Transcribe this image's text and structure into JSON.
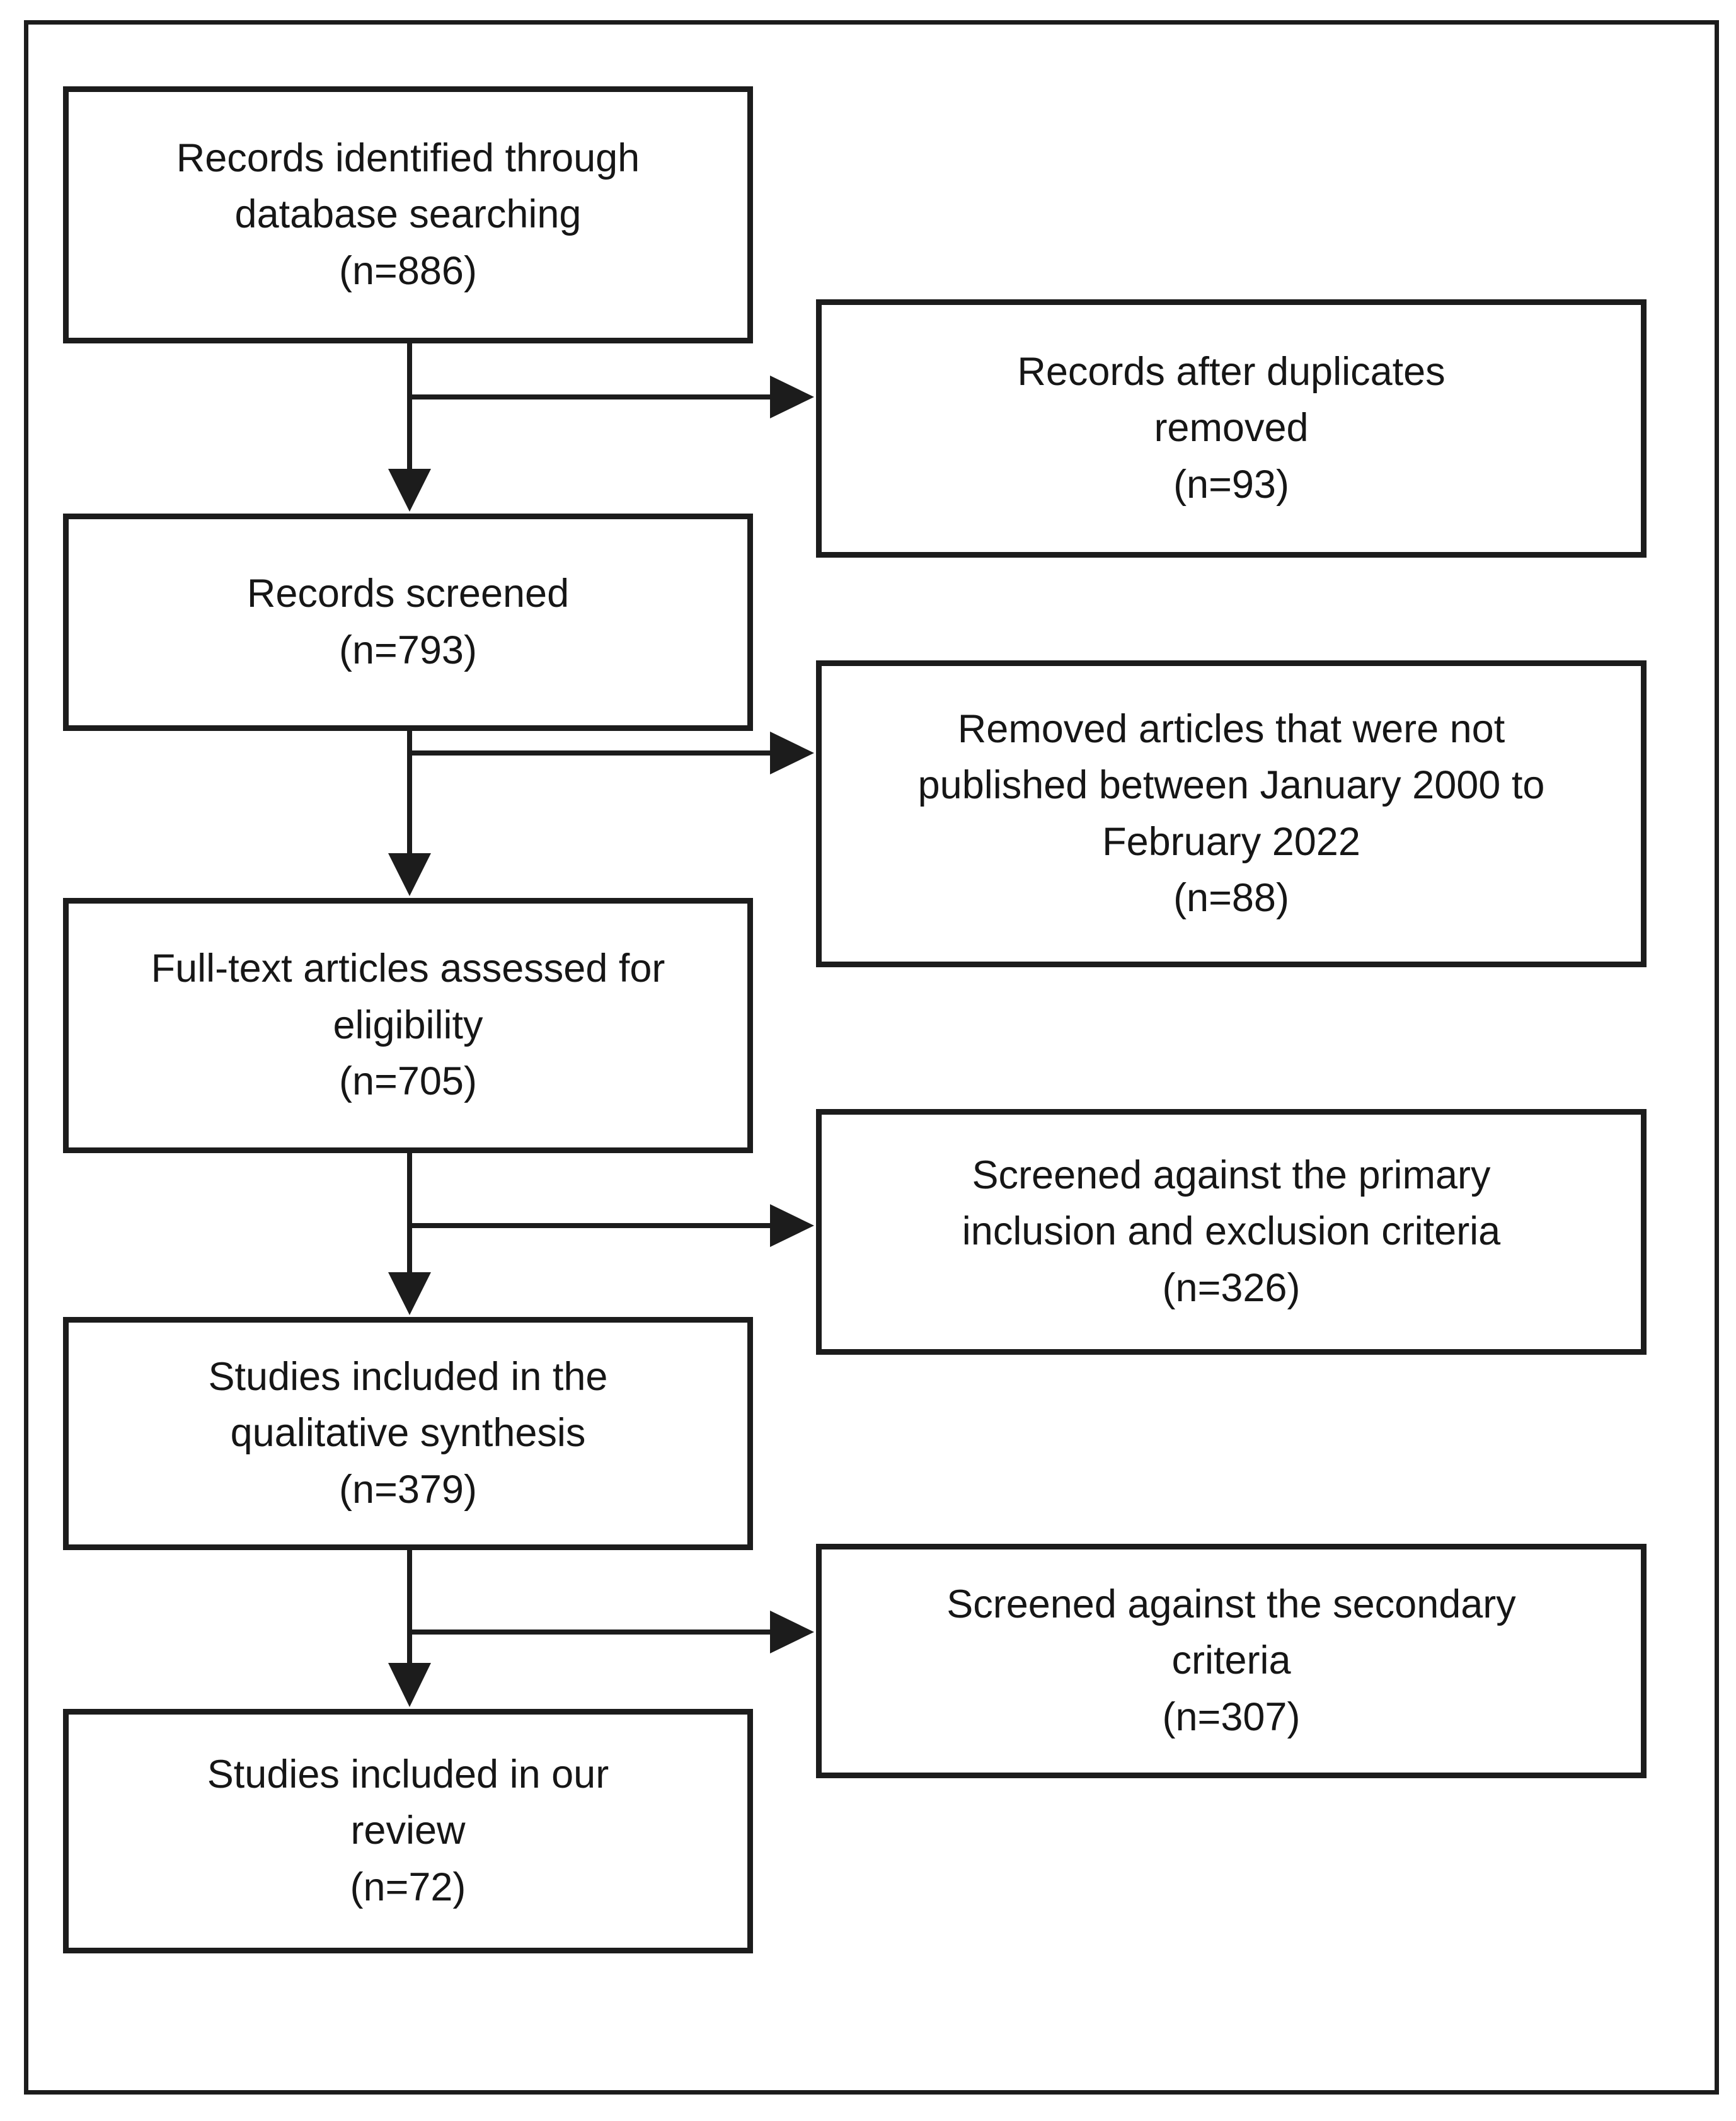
{
  "flow": {
    "left_boxes": [
      {
        "name": "records-identified",
        "text": "Records identified through\ndatabase searching\n(n=886)",
        "n": 886
      },
      {
        "name": "records-screened",
        "text": "Records screened\n(n=793)",
        "n": 793
      },
      {
        "name": "fulltext-assessed",
        "text": "Full-text articles assessed for\neligibility\n(n=705)",
        "n": 705
      },
      {
        "name": "qualitative-synthesis",
        "text": "Studies included in the\nqualitative synthesis\n(n=379)",
        "n": 379
      },
      {
        "name": "included-in-review",
        "text": "Studies included in our\nreview\n(n=72)",
        "n": 72
      }
    ],
    "right_boxes": [
      {
        "name": "duplicates-removed",
        "text": "Records after duplicates\nremoved\n(n=93)",
        "n": 93
      },
      {
        "name": "date-range-removed",
        "text": "Removed articles that were not\npublished between January 2000 to\nFebruary 2022\n(n=88)",
        "n": 88
      },
      {
        "name": "primary-criteria",
        "text": "Screened against the primary\ninclusion and exclusion criteria\n(n=326)",
        "n": 326
      },
      {
        "name": "secondary-criteria",
        "text": "Screened against the secondary\ncriteria\n(n=307)",
        "n": 307
      }
    ],
    "colors": {
      "border": "#1c1c1c",
      "text": "#161616",
      "background": "#ffffff"
    }
  }
}
